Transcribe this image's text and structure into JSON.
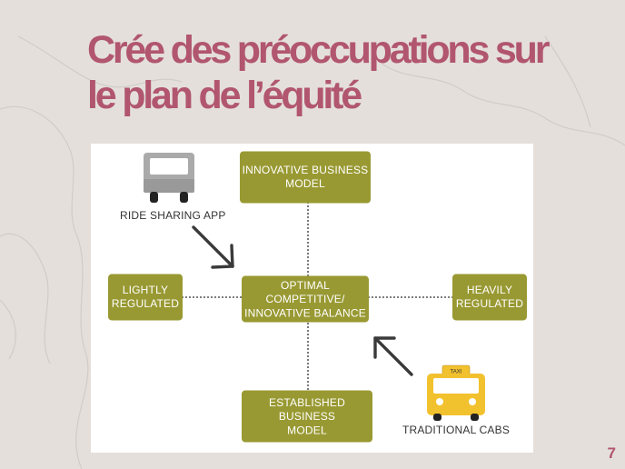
{
  "slide": {
    "title_line1": "Crée des préoccupations sur",
    "title_line2": "le plan de l’équité",
    "page_number": "7"
  },
  "diagram": {
    "top_box": [
      "INNOVATIVE BUSINESS",
      "MODEL"
    ],
    "bottom_box": [
      "ESTABLISHED BUSINESS",
      "MODEL"
    ],
    "left_box": [
      "LIGHTLY",
      "REGULATED"
    ],
    "right_box": [
      "HEAVILY",
      "REGULATED"
    ],
    "center_box": [
      "OPTIMAL COMPETITIVE/",
      "INNOVATIVE BALANCE"
    ],
    "ride_sharing_label": "RIDE SHARING APP",
    "traditional_cabs_label": "TRADITIONAL CABS",
    "taxi_sign": "TAXI"
  },
  "colors": {
    "box": "#999933",
    "title": "#b1566e",
    "car": "#aaaaaa",
    "taxi": "#f2c12e"
  }
}
